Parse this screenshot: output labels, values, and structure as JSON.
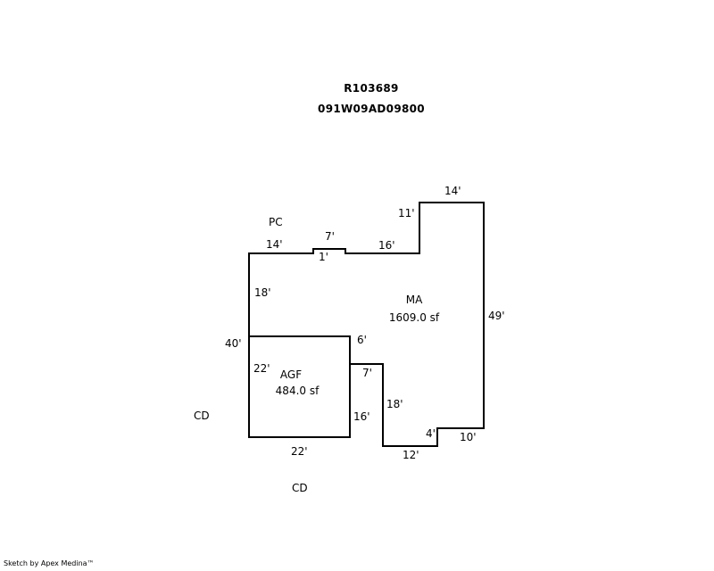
{
  "header": {
    "account_id": "R103689",
    "parcel_number": "091W09AD09800"
  },
  "sketch": {
    "areas": [
      {
        "code": "MA",
        "area": "1609.0 sf"
      },
      {
        "code": "AGF",
        "area": "484.0 sf"
      }
    ],
    "area_labels": [
      "PC",
      "CD",
      "CD"
    ],
    "dimensions": [
      "14'",
      "7'",
      "1'",
      "16'",
      "11'",
      "14'",
      "49'",
      "10'",
      "4'",
      "12'",
      "18'",
      "7'",
      "6'",
      "40'",
      "18'",
      "22'",
      "22'",
      "16'"
    ]
  },
  "footer": {
    "credit": "Sketch by Apex Medina™"
  }
}
